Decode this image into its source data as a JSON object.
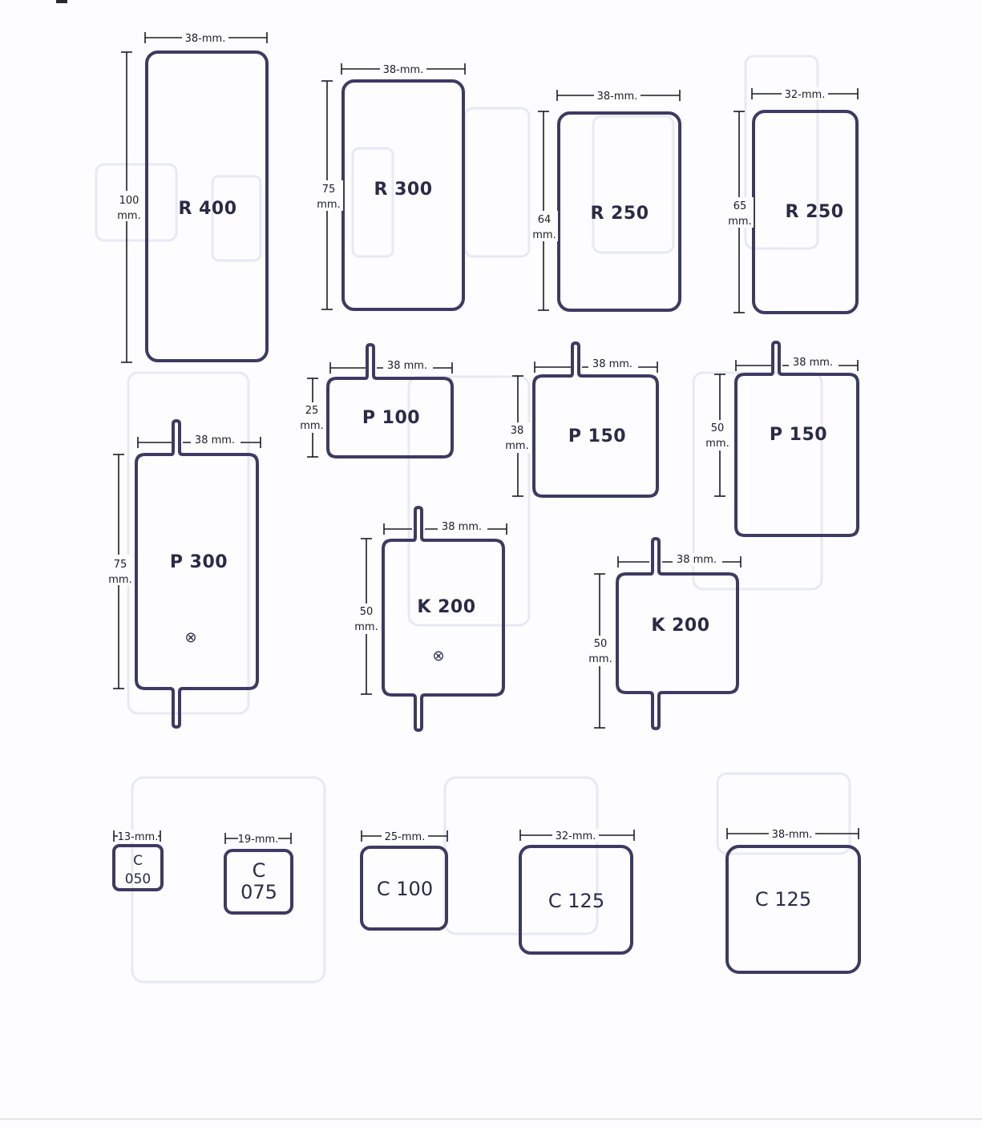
{
  "shapes": {
    "r400": {
      "code": "R 400",
      "width": "38-mm.",
      "height": [
        "100",
        "mm."
      ]
    },
    "r300": {
      "code": "R 300",
      "width": "38-mm.",
      "height": [
        "75",
        "mm."
      ]
    },
    "r250a": {
      "code": "R 250",
      "width": "38-mm.",
      "height": [
        "64",
        "mm."
      ]
    },
    "r250b": {
      "code": "R 250",
      "width": "32-mm.",
      "height": [
        "65",
        "mm."
      ]
    },
    "p100": {
      "code": "P 100",
      "width": "38 mm.",
      "height": [
        "25",
        "mm."
      ]
    },
    "p150a": {
      "code": "P 150",
      "width": "38 mm.",
      "height": [
        "38",
        "mm."
      ]
    },
    "p150b": {
      "code": "P 150",
      "width": "38 mm.",
      "height": [
        "50",
        "mm."
      ]
    },
    "p300": {
      "code": "P 300",
      "width": "38 mm.",
      "height": [
        "75",
        "mm."
      ],
      "mark": "⊗"
    },
    "k200a": {
      "code": "K 200",
      "width": "38 mm.",
      "height": [
        "50",
        "mm."
      ],
      "mark": "⊗"
    },
    "k200b": {
      "code": "K 200",
      "width": "38 mm.",
      "height": [
        "50",
        "mm."
      ]
    },
    "c050": {
      "code": [
        "C",
        "050"
      ],
      "width": "13-mm."
    },
    "c075": {
      "code": [
        "C",
        "075"
      ],
      "width": "19-mm."
    },
    "c100": {
      "code": "C 100",
      "width": "25-mm."
    },
    "c125a": {
      "code": "C 125",
      "width": "32-mm."
    },
    "c125b": {
      "code": "C 125",
      "width": "38-mm."
    }
  },
  "colors": {
    "outline": "#3d3a63",
    "dimension": "#1c1c28",
    "paper": "#fdfdff"
  }
}
